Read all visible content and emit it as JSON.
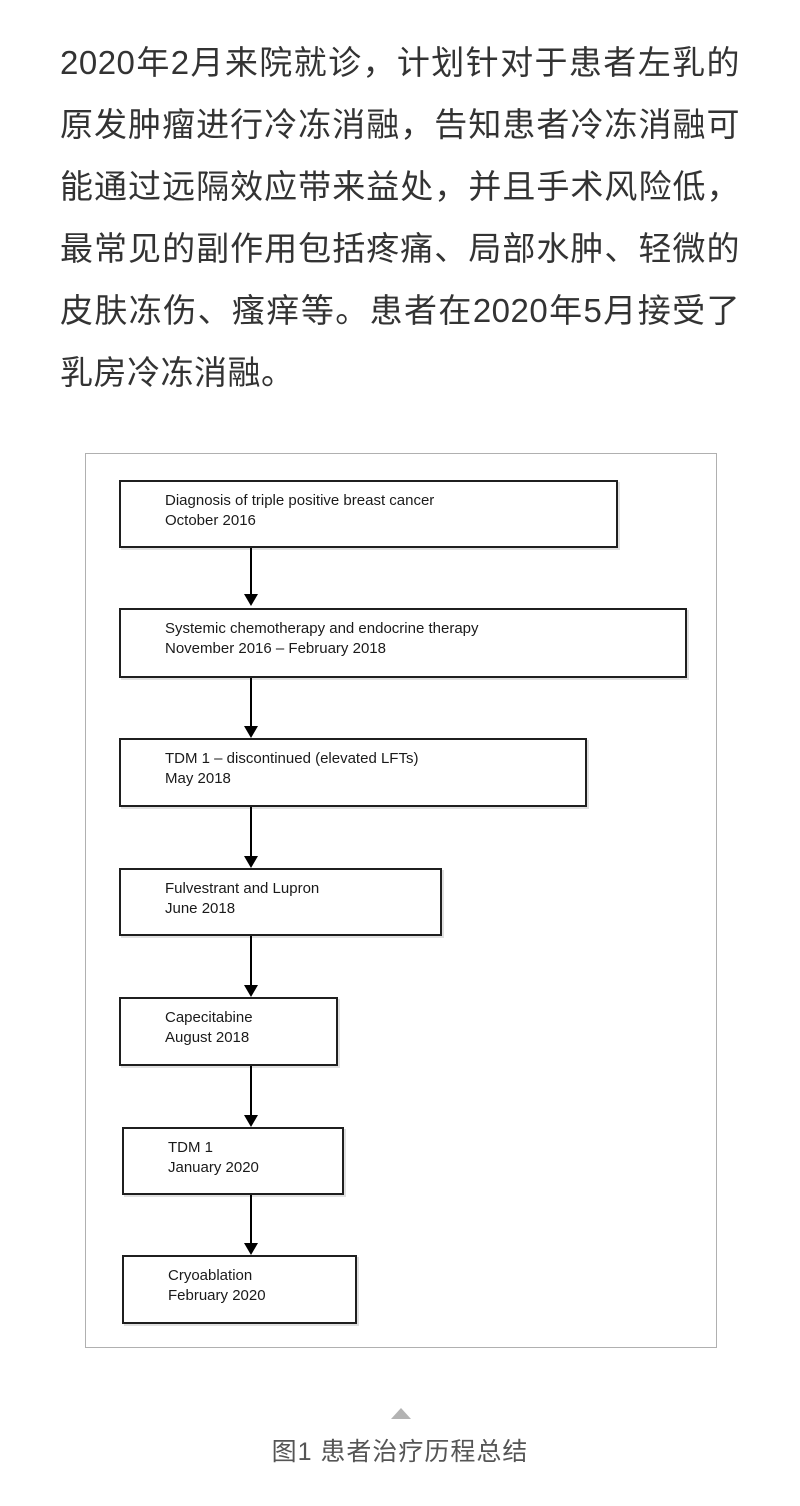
{
  "paragraph": {
    "lines": [
      "2020年2月来院就诊，计划针对于患者左乳的",
      "原发肿瘤进行冷冻消融，告知患者冷冻消融可",
      "能通过远隔效应带来益处，并且手术风险低，",
      "最常见的副作用包括疼痛、局部水肿、轻微的",
      "皮肤冻伤、瘙痒等。患者在2020年5月接受了",
      "乳房冷冻消融。"
    ]
  },
  "figure": {
    "caption": "图1 患者治疗历程总结",
    "collapse_icon": "triangle-up-icon",
    "nodes": [
      {
        "label": "Diagnosis of triple positive breast cancer",
        "date": "October 2016"
      },
      {
        "label": "Systemic chemotherapy and endocrine therapy",
        "date": "November 2016 – February 2018"
      },
      {
        "label": "TDM 1 – discontinued (elevated LFTs)",
        "date": "May 2018"
      },
      {
        "label": "Fulvestrant and Lupron",
        "date": "June 2018"
      },
      {
        "label": "Capecitabine",
        "date": "August 2018"
      },
      {
        "label": "TDM 1",
        "date": "January 2020"
      },
      {
        "label": "Cryoablation",
        "date": "February 2020"
      }
    ]
  },
  "colors": {
    "body_text": "#333333",
    "node_border": "#1f1f1f",
    "panel_border": "#b0b0b0",
    "arrow": "#000000",
    "collapse_triangle": "#b3b3b3",
    "caption_text": "#555555"
  }
}
